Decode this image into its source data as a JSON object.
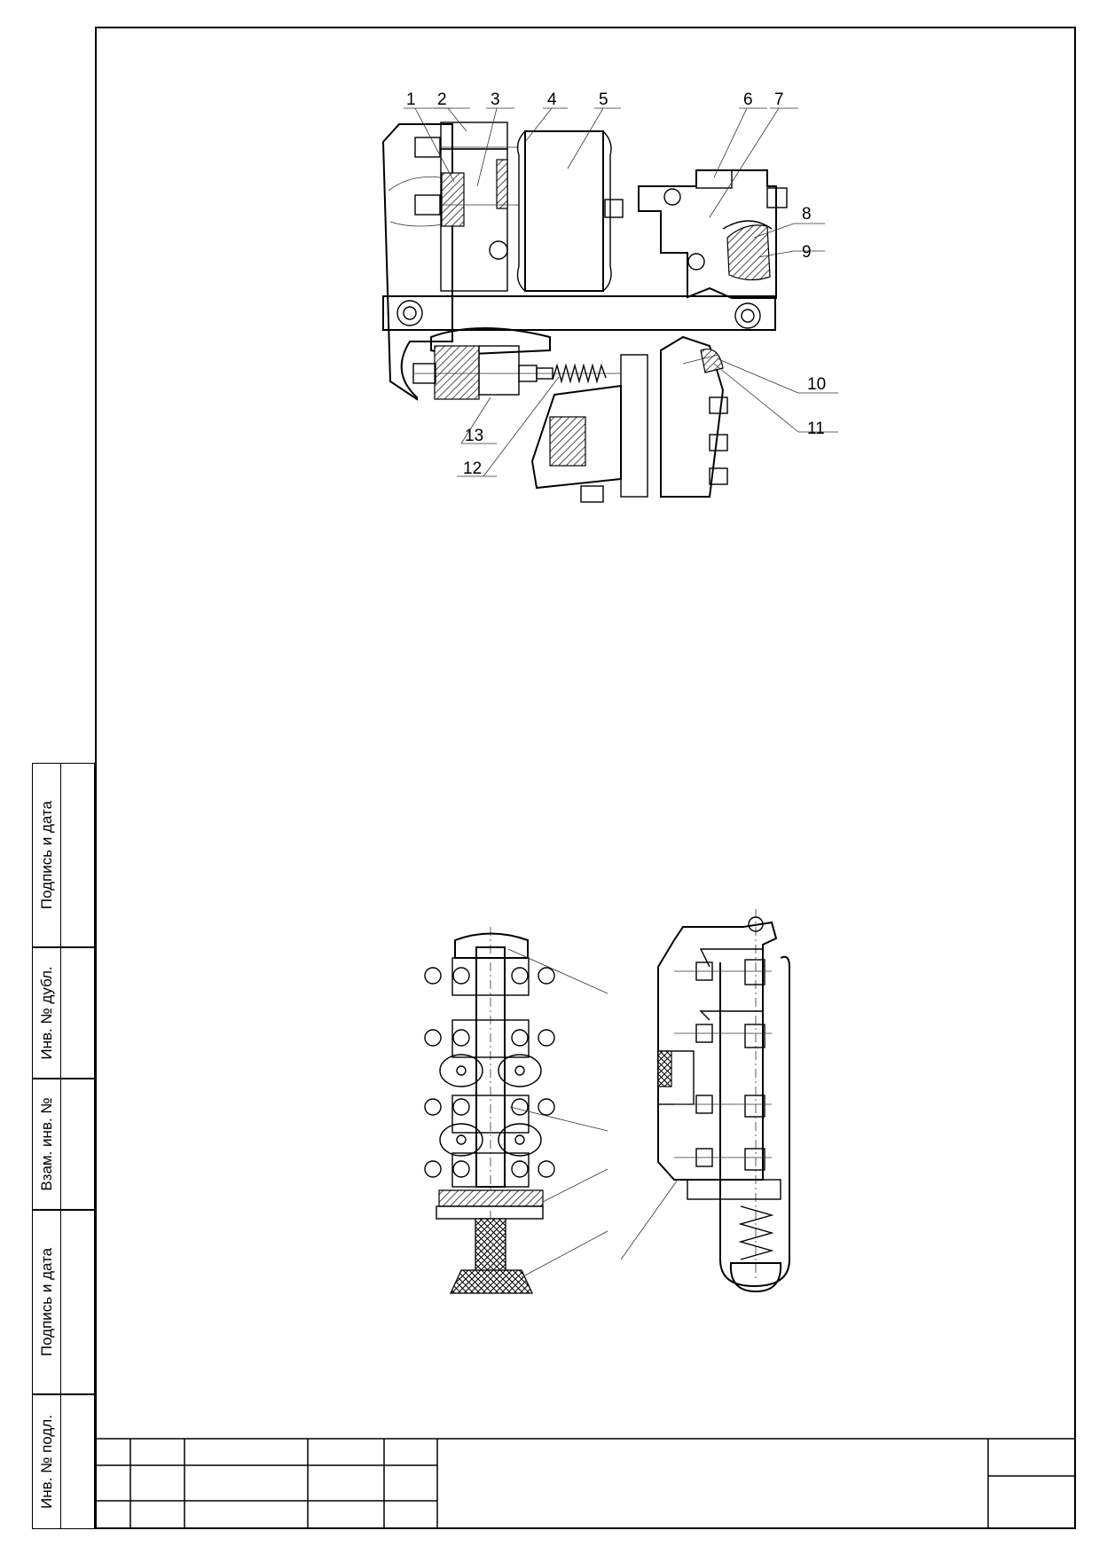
{
  "side_stamp": {
    "cells": [
      {
        "id": "podpis1",
        "label": "Подпись и дата"
      },
      {
        "id": "vzam",
        "label": "Взам. инв. №"
      },
      {
        "id": "dubl",
        "label": "Инв. № дубл."
      },
      {
        "id": "podpis2",
        "label": "Подпись и дата"
      },
      {
        "id": "podl",
        "label": "Инв. № подл."
      }
    ]
  },
  "figure_top": {
    "callouts": [
      "1",
      "2",
      "3",
      "4",
      "5",
      "6",
      "7",
      "8",
      "9",
      "10",
      "11",
      "12",
      "13"
    ]
  },
  "title_block": {
    "rows": 3,
    "left_columns": 5
  }
}
